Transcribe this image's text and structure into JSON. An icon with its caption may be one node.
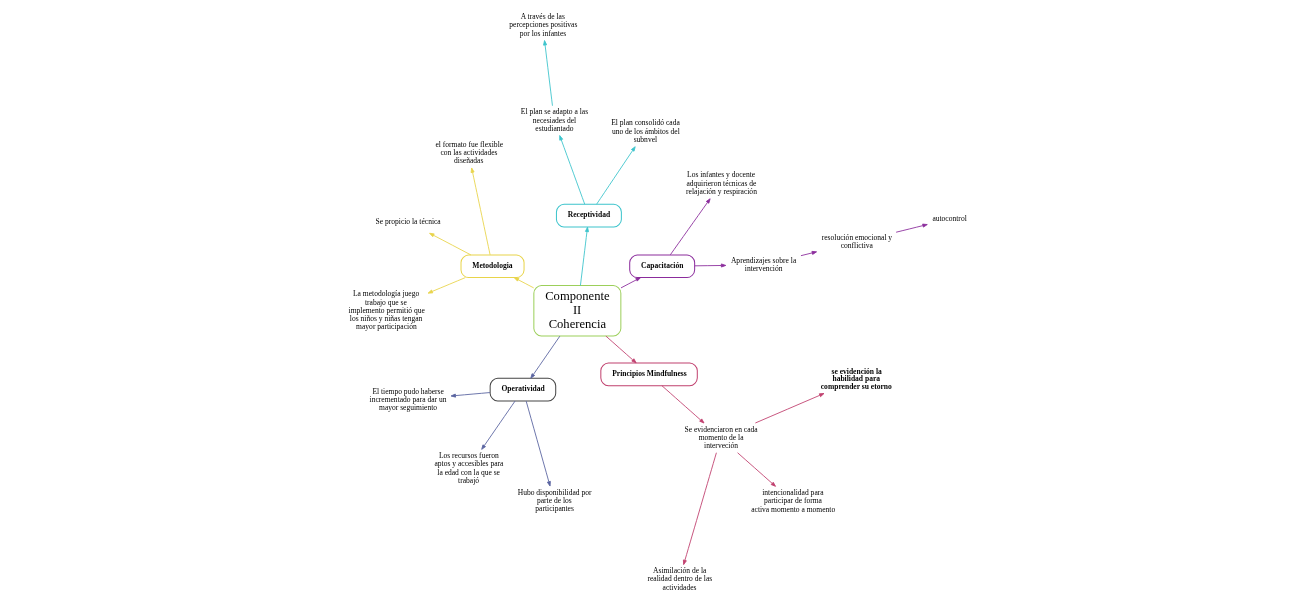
{
  "diagram": {
    "nodes": [
      {
        "text": [
          "Componente II Coherencia"
        ]
      },
      {
        "text": [
          "Capacitación"
        ]
      },
      {
        "text": [
          "Receptividad"
        ]
      },
      {
        "text": [
          "Metodologia"
        ]
      },
      {
        "text": [
          "Operatividad"
        ]
      },
      {
        "text": [
          "Principios Mindfulness"
        ]
      },
      {
        "text": [
          "Aprendizajes sobre la intervención"
        ]
      },
      {
        "text": [
          "resolución emocional y conflictiva"
        ]
      },
      {
        "text": [
          "autocontrol"
        ]
      },
      {
        "text": [
          "Los infantes y docente adquirieron técnicas de relajación y respiración"
        ]
      },
      {
        "text": [
          "El plan consolidó cada uno de los ámbitos del subnvel"
        ]
      },
      {
        "text": [
          "El plan se adapto a las necesiades del estudiantado"
        ]
      },
      {
        "text": [
          "A través de las percepciones positivas por los infantes"
        ]
      },
      {
        "text": [
          "el formato fue flexible con las actividades diseñadas"
        ]
      },
      {
        "text": [
          "Se propicio la técnica"
        ]
      },
      {
        "text": [
          "La metodología juego trabajo que se implemento permitió que los niños y niñas tengan mayor participación"
        ]
      },
      {
        "text": [
          "El tiempo pudo haberse incrementado para dar un mayor seguimiento"
        ]
      },
      {
        "text": [
          "Los recursos fueron aptos y accesibles para la edad con la que se trabajó"
        ]
      },
      {
        "text": [
          "Hubo disponibilidad por parte de los participantes"
        ]
      },
      {
        "text": [
          "Se evidenciaron en cada momento de la interveción"
        ]
      },
      {
        "text": [
          "Asimilación de la realidad dentro de las actividades"
        ]
      },
      {
        "text": [
          "intencionalidad para participar de forma activa momento a momento"
        ]
      },
      {
        "text": [
          "se evidención la habilidad para comprender su etorno"
        ]
      }
    ],
    "edges": [
      {
        "from": 0,
        "to": 1,
        "arrow": "to",
        "color": "#8b2c9c"
      },
      {
        "from": 0,
        "to": 2,
        "arrow": "to",
        "color": "#3cc4cc"
      },
      {
        "from": 0,
        "to": 3,
        "arrow": "to",
        "color": "#e8d44a"
      },
      {
        "from": 0,
        "to": 4,
        "arrow": "to",
        "color": "#5a64a0"
      },
      {
        "from": 0,
        "to": 5,
        "arrow": "to",
        "color": "#c0406e"
      },
      {
        "from": 1,
        "to": 6,
        "arrow": "to",
        "color": "#8b2c9c"
      },
      {
        "from": 6,
        "to": 7,
        "arrow": "to",
        "color": "#8b2c9c"
      },
      {
        "from": 7,
        "to": 8,
        "arrow": "to",
        "color": "#8b2c9c"
      },
      {
        "from": 1,
        "to": 9,
        "arrow": "to",
        "color": "#8b2c9c"
      },
      {
        "from": 2,
        "to": 10,
        "arrow": "to",
        "color": "#3cc4cc"
      },
      {
        "from": 2,
        "to": 11,
        "arrow": "to",
        "color": "#3cc4cc"
      },
      {
        "from": 11,
        "to": 12,
        "arrow": "to",
        "color": "#3cc4cc"
      },
      {
        "from": 3,
        "to": 13,
        "arrow": "to",
        "color": "#e8d44a"
      },
      {
        "from": 3,
        "to": 14,
        "arrow": "to",
        "color": "#e8d44a"
      },
      {
        "from": 3,
        "to": 15,
        "arrow": "to",
        "color": "#e8d44a"
      },
      {
        "from": 4,
        "to": 16,
        "arrow": "to",
        "color": "#5a64a0"
      },
      {
        "from": 4,
        "to": 17,
        "arrow": "to",
        "color": "#5a64a0"
      },
      {
        "from": 4,
        "to": 18,
        "arrow": "to",
        "color": "#5a64a0"
      },
      {
        "from": 5,
        "to": 19,
        "arrow": "to",
        "color": "#c0406e"
      },
      {
        "from": 19,
        "to": 20,
        "arrow": "to",
        "color": "#c0406e"
      },
      {
        "from": 19,
        "to": 21,
        "arrow": "to",
        "color": "#c0406e"
      },
      {
        "from": 19,
        "to": 22,
        "arrow": "to",
        "color": "#c0406e"
      }
    ]
  }
}
